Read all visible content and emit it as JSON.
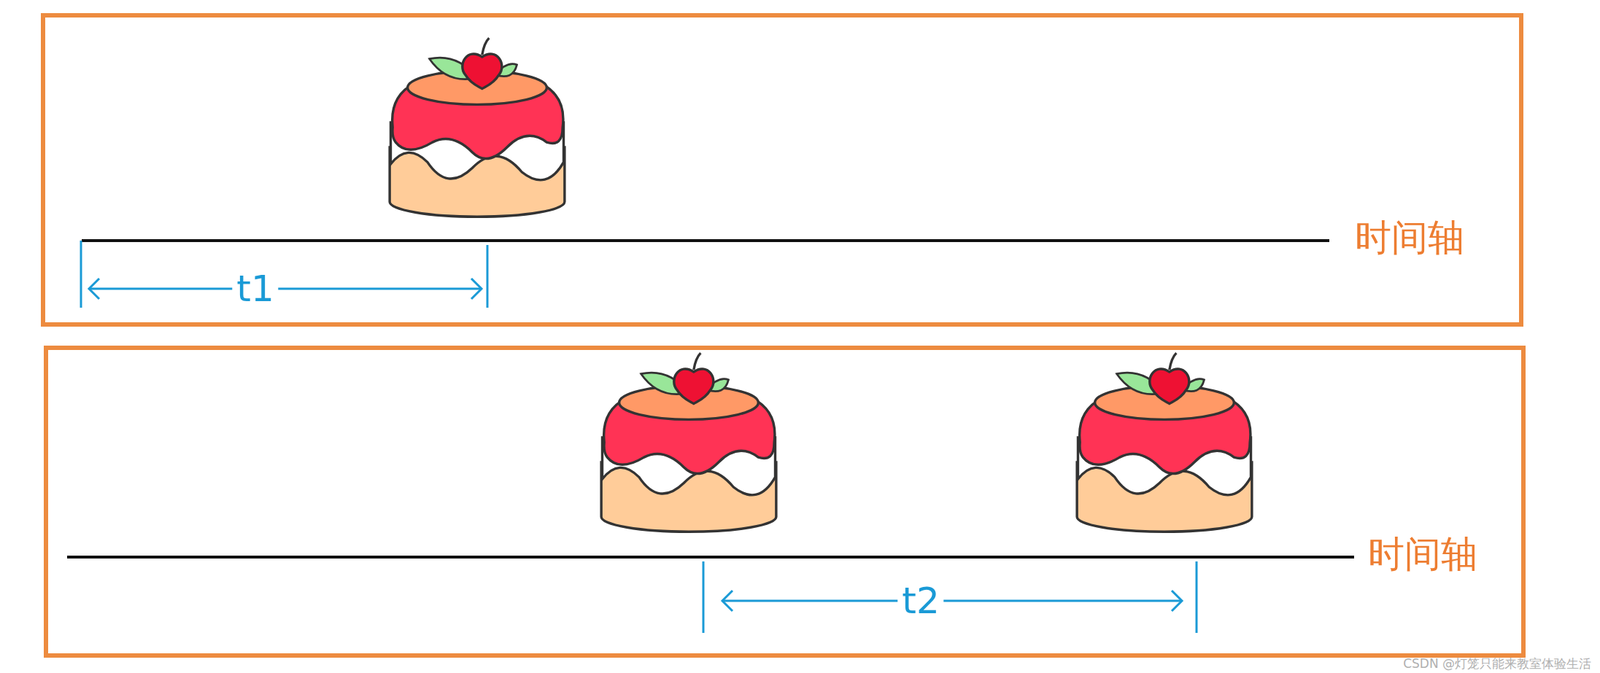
{
  "diagram": {
    "nodes": [
      {
        "text": [
          "时间轴",
          "t1"
        ]
      },
      {
        "text": [
          "时间轴",
          "t2"
        ]
      }
    ],
    "labels": [
      "CSDN @灯笼只能来教室体验生活"
    ]
  }
}
